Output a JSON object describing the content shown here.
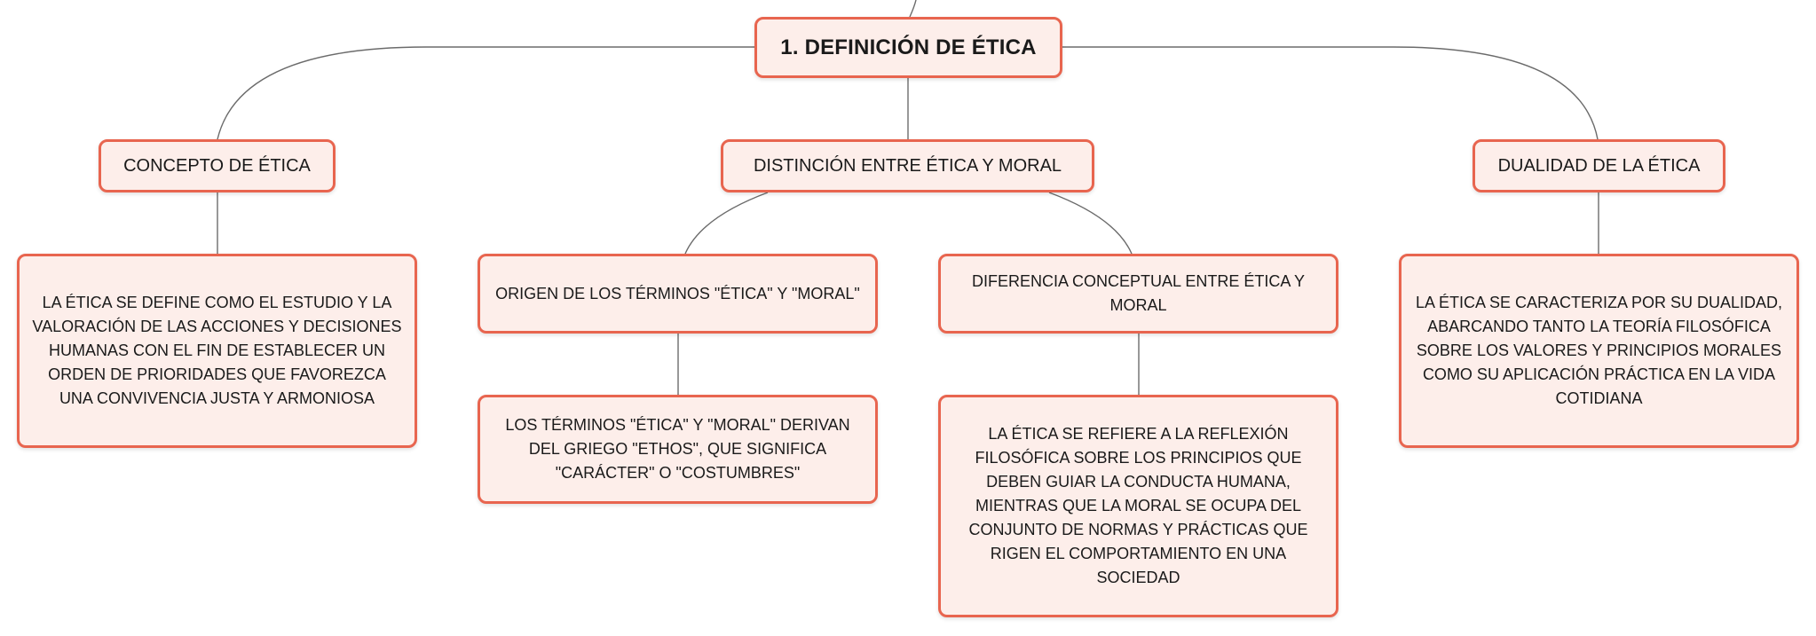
{
  "diagram": {
    "root": {
      "label": "1. DEFINICIÓN DE ÉTICA"
    },
    "branches": {
      "concepto": {
        "label": "CONCEPTO DE ÉTICA",
        "description": "LA ÉTICA SE DEFINE COMO EL ESTUDIO Y LA VALORACIÓN DE LAS ACCIONES Y DECISIONES HUMANAS CON EL FIN DE ESTABLECER UN ORDEN DE PRIORIDADES QUE FAVOREZCA UNA CONVIVENCIA JUSTA Y ARMONIOSA"
      },
      "distincion": {
        "label": "DISTINCIÓN ENTRE ÉTICA Y MORAL",
        "origen": {
          "label": "ORIGEN DE LOS TÉRMINOS \"ÉTICA\" Y \"MORAL\"",
          "description": "LOS TÉRMINOS \"ÉTICA\" Y \"MORAL\" DERIVAN DEL GRIEGO \"ETHOS\", QUE SIGNIFICA \"CARÁCTER\" O \"COSTUMBRES\""
        },
        "diferencia": {
          "label": "DIFERENCIA CONCEPTUAL ENTRE ÉTICA Y MORAL",
          "description": "LA ÉTICA SE REFIERE A LA REFLEXIÓN FILOSÓFICA SOBRE LOS PRINCIPIOS QUE DEBEN GUIAR LA CONDUCTA HUMANA, MIENTRAS QUE LA MORAL SE OCUPA DEL CONJUNTO DE NORMAS Y PRÁCTICAS QUE RIGEN EL COMPORTAMIENTO EN UNA SOCIEDAD"
        }
      },
      "dualidad": {
        "label": "DUALIDAD DE LA ÉTICA",
        "description": "LA ÉTICA SE CARACTERIZA POR SU DUALIDAD, ABARCANDO TANTO LA TEORÍA FILOSÓFICA SOBRE LOS VALORES Y PRINCIPIOS MORALES COMO SU APLICACIÓN PRÁCTICA EN LA VIDA COTIDIANA"
      }
    },
    "colors": {
      "node_fill": "#fdeeea",
      "node_border": "#e8654f",
      "connector": "#6b6b6b"
    }
  }
}
